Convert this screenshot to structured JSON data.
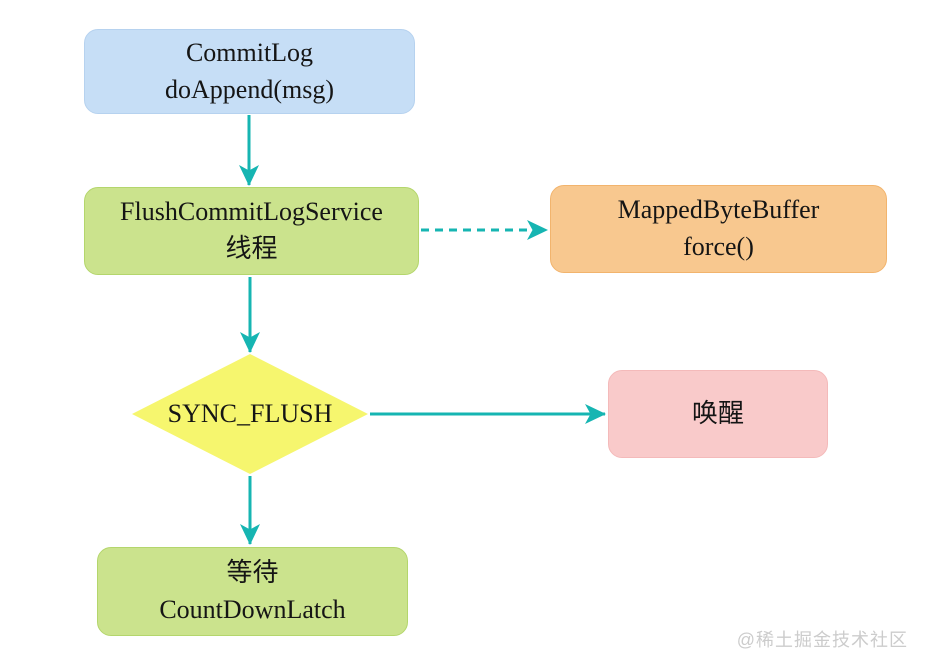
{
  "diagram": {
    "nodes": {
      "commitlog": {
        "lines": [
          "CommitLog",
          "doAppend(msg)"
        ]
      },
      "flush_service": {
        "lines": [
          "FlushCommitLogService",
          "线程"
        ]
      },
      "mapped_bytebuffer": {
        "lines": [
          "MappedByteBuffer",
          "force()"
        ]
      },
      "sync_flush": {
        "label": "SYNC_FLUSH"
      },
      "wake": {
        "label": "唤醒"
      },
      "wait_latch": {
        "lines": [
          "等待",
          "CountDownLatch"
        ]
      }
    },
    "watermark": "@稀土掘金技术社区"
  },
  "colors": {
    "node-blue": "#c6def6",
    "node-blue-border": "#b6d2ef",
    "node-green": "#cbe38d",
    "node-green-border": "#b4d66c",
    "node-orange": "#f8c88f",
    "node-orange-border": "#f2b46d",
    "node-yellow": "#f6f66e",
    "node-pink": "#f9caca",
    "node-pink-border": "#f4baba",
    "arrow": "#16b5b2",
    "text": "#151515",
    "watermark": "#cccccc"
  }
}
